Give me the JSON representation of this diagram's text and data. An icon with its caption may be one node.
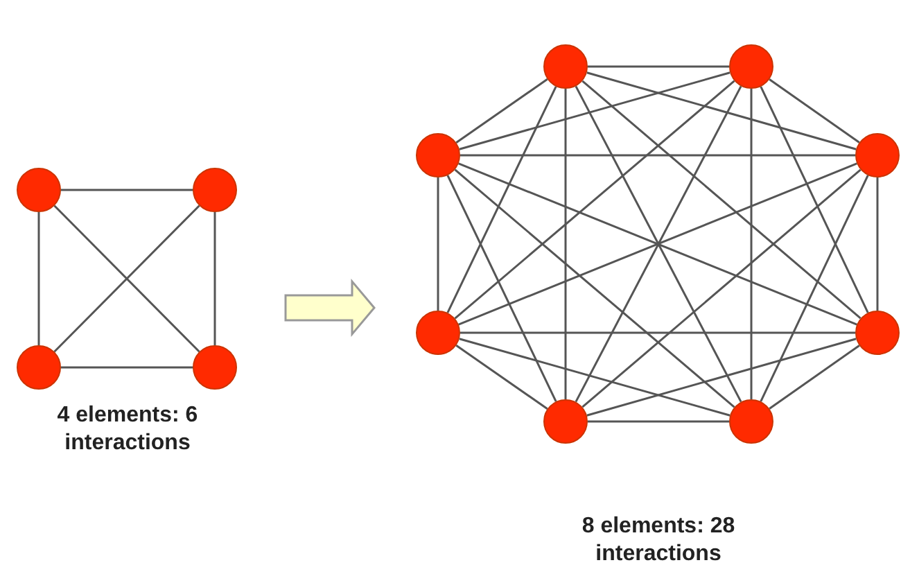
{
  "diagram": {
    "nodes": [
      {
        "text": [],
        "shape": "circle"
      },
      {
        "text": [],
        "shape": "circle"
      },
      {
        "text": [],
        "shape": "circle"
      },
      {
        "text": [],
        "shape": "circle"
      },
      {
        "text": [],
        "shape": "circle"
      },
      {
        "text": [],
        "shape": "circle"
      },
      {
        "text": [],
        "shape": "circle"
      },
      {
        "text": [],
        "shape": "circle"
      },
      {
        "text": [],
        "shape": "circle"
      },
      {
        "text": [],
        "shape": "circle"
      },
      {
        "text": [],
        "shape": "circle"
      },
      {
        "text": [],
        "shape": "circle"
      }
    ],
    "edges": [
      {
        "from": 0,
        "to": 1,
        "arrow": "none"
      },
      {
        "from": 0,
        "to": 2,
        "arrow": "none"
      },
      {
        "from": 0,
        "to": 3,
        "arrow": "none"
      },
      {
        "from": 1,
        "to": 2,
        "arrow": "none"
      },
      {
        "from": 1,
        "to": 3,
        "arrow": "none"
      },
      {
        "from": 2,
        "to": 3,
        "arrow": "none"
      },
      {
        "from": 4,
        "to": 5,
        "arrow": "none"
      },
      {
        "from": 4,
        "to": 6,
        "arrow": "none"
      },
      {
        "from": 4,
        "to": 7,
        "arrow": "none"
      },
      {
        "from": 4,
        "to": 8,
        "arrow": "none"
      },
      {
        "from": 4,
        "to": 9,
        "arrow": "none"
      },
      {
        "from": 4,
        "to": 10,
        "arrow": "none"
      },
      {
        "from": 4,
        "to": 11,
        "arrow": "none"
      },
      {
        "from": 5,
        "to": 6,
        "arrow": "none"
      },
      {
        "from": 5,
        "to": 7,
        "arrow": "none"
      },
      {
        "from": 5,
        "to": 8,
        "arrow": "none"
      },
      {
        "from": 5,
        "to": 9,
        "arrow": "none"
      },
      {
        "from": 5,
        "to": 10,
        "arrow": "none"
      },
      {
        "from": 5,
        "to": 11,
        "arrow": "none"
      },
      {
        "from": 6,
        "to": 7,
        "arrow": "none"
      },
      {
        "from": 6,
        "to": 8,
        "arrow": "none"
      },
      {
        "from": 6,
        "to": 9,
        "arrow": "none"
      },
      {
        "from": 6,
        "to": 10,
        "arrow": "none"
      },
      {
        "from": 6,
        "to": 11,
        "arrow": "none"
      },
      {
        "from": 7,
        "to": 8,
        "arrow": "none"
      },
      {
        "from": 7,
        "to": 9,
        "arrow": "none"
      },
      {
        "from": 7,
        "to": 10,
        "arrow": "none"
      },
      {
        "from": 7,
        "to": 11,
        "arrow": "none"
      },
      {
        "from": 8,
        "to": 9,
        "arrow": "none"
      },
      {
        "from": 8,
        "to": 10,
        "arrow": "none"
      },
      {
        "from": 8,
        "to": 11,
        "arrow": "none"
      },
      {
        "from": 9,
        "to": 10,
        "arrow": "none"
      },
      {
        "from": 9,
        "to": 11,
        "arrow": "none"
      },
      {
        "from": 10,
        "to": 11,
        "arrow": "none"
      }
    ],
    "labels": [
      "4 elements: 6 interactions",
      "8 elements: 28 interactions"
    ]
  }
}
